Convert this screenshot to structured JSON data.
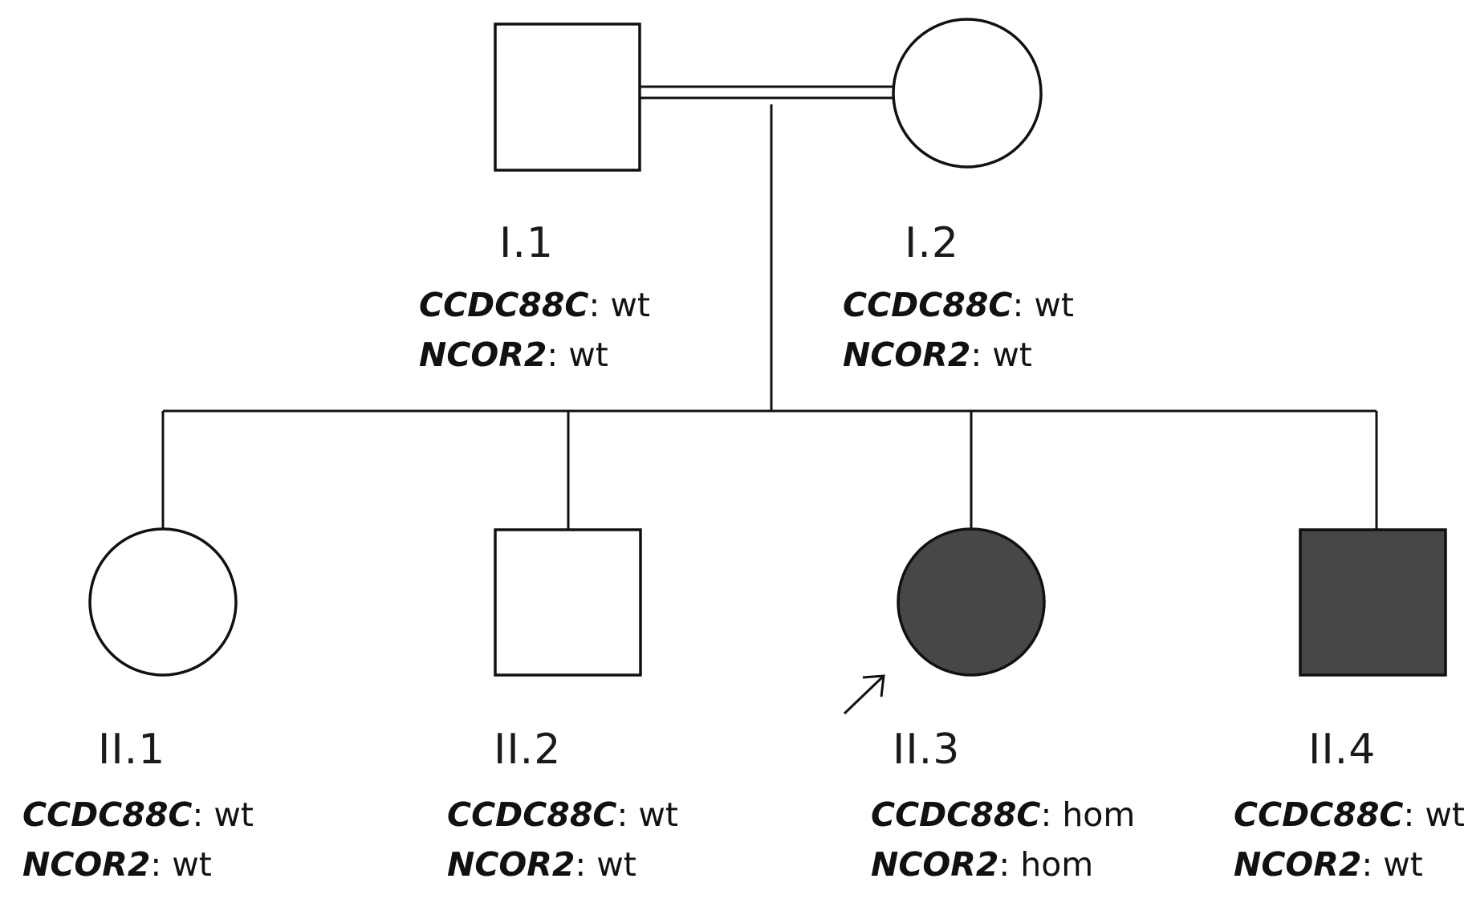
{
  "colors": {
    "affected_fill": "#474747",
    "unaffected_fill": "#ffffff",
    "line": "#111111"
  },
  "individuals": [
    {
      "id": "I.1",
      "sex": "male",
      "affected": false,
      "proband": false,
      "genotypes": [
        {
          "gene": "CCDC88C",
          "status": "wt"
        },
        {
          "gene": "NCOR2",
          "status": "wt"
        }
      ]
    },
    {
      "id": "I.2",
      "sex": "female",
      "affected": false,
      "proband": false,
      "genotypes": [
        {
          "gene": "CCDC88C",
          "status": "wt"
        },
        {
          "gene": "NCOR2",
          "status": "wt"
        }
      ]
    },
    {
      "id": "II.1",
      "sex": "female",
      "affected": false,
      "proband": false,
      "genotypes": [
        {
          "gene": "CCDC88C",
          "status": "wt"
        },
        {
          "gene": "NCOR2",
          "status": "wt"
        }
      ]
    },
    {
      "id": "II.2",
      "sex": "male",
      "affected": false,
      "proband": false,
      "genotypes": [
        {
          "gene": "CCDC88C",
          "status": "wt"
        },
        {
          "gene": "NCOR2",
          "status": "wt"
        }
      ]
    },
    {
      "id": "II.3",
      "sex": "female",
      "affected": true,
      "proband": true,
      "genotypes": [
        {
          "gene": "CCDC88C",
          "status": "hom"
        },
        {
          "gene": "NCOR2",
          "status": "hom"
        }
      ]
    },
    {
      "id": "II.4",
      "sex": "male",
      "affected": true,
      "proband": false,
      "genotypes": [
        {
          "gene": "CCDC88C",
          "status": "wt"
        },
        {
          "gene": "NCOR2",
          "status": "wt"
        }
      ]
    }
  ],
  "relationships": {
    "couple": [
      "I.1",
      "I.2"
    ],
    "consanguineous": true,
    "children": [
      "II.1",
      "II.2",
      "II.3",
      "II.4"
    ]
  }
}
